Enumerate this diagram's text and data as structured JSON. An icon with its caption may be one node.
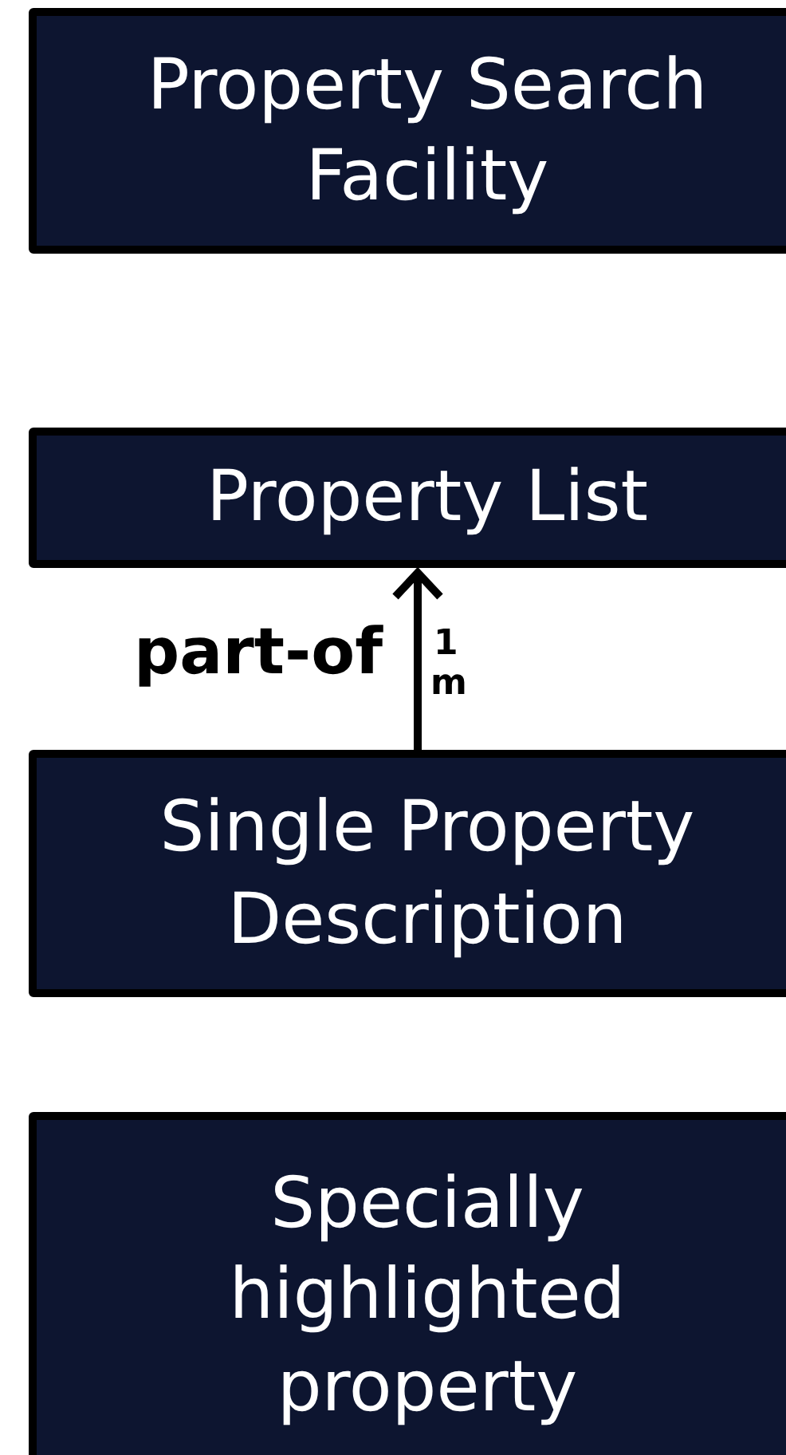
{
  "diagram": {
    "nodes": [
      {
        "text": [
          "Property Search Facility"
        ]
      },
      {
        "text": [
          "Property List"
        ]
      },
      {
        "text": [
          "Single Property Description"
        ]
      },
      {
        "text": [
          "Specially highlighted property"
        ]
      }
    ],
    "edges": [
      {
        "from": 2,
        "to": 1,
        "arrow": "to",
        "label": "part-of"
      }
    ],
    "labels": [
      "1",
      "m"
    ]
  }
}
